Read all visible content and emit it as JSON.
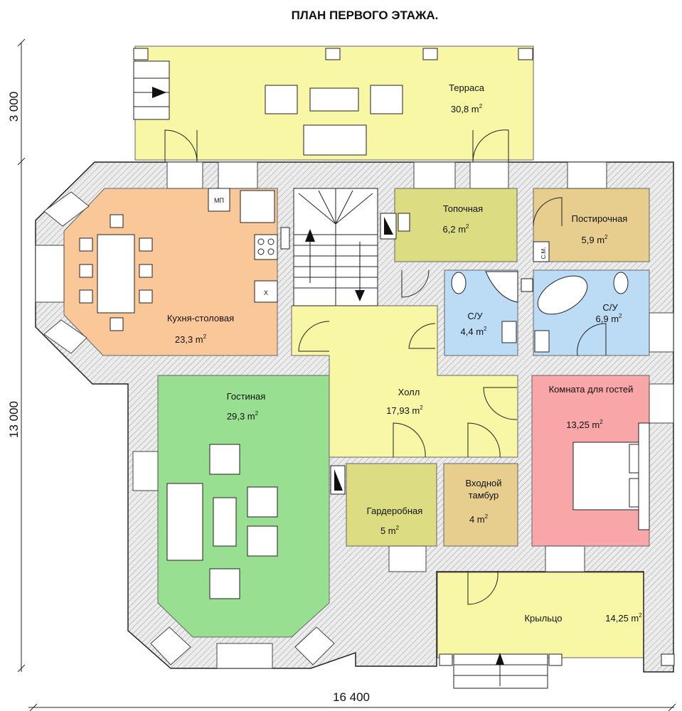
{
  "title": "ПЛАН ПЕРВОГО ЭТАЖА.",
  "dimensions": {
    "width": "16 400",
    "depth": "13 000",
    "terrace_depth": "3 000"
  },
  "area_unit": "m",
  "area_unit_sup": "2",
  "rooms": [
    {
      "id": "terrace",
      "name": "Терраса",
      "area": "30,8",
      "color": "#f8f7a6"
    },
    {
      "id": "kitchen",
      "name": "Кухня-столовая",
      "area": "23,3",
      "color": "#fac898"
    },
    {
      "id": "boiler",
      "name": "Топочная",
      "area": "6,2",
      "color": "#dcdc82"
    },
    {
      "id": "laundry",
      "name": "Постирочная",
      "area": "5,9",
      "color": "#e7ce8e"
    },
    {
      "id": "bath1",
      "name": "С/У",
      "area": "4,4",
      "color": "#bcdcf5"
    },
    {
      "id": "bath2",
      "name": "С/У",
      "area": "6,9",
      "color": "#bcdcf5"
    },
    {
      "id": "living",
      "name": "Гостиная",
      "area": "29,3",
      "color": "#98df91"
    },
    {
      "id": "hall",
      "name": "Холл",
      "area": "17,93",
      "color": "#f8f7a6"
    },
    {
      "id": "guest",
      "name": "Комната для гостей",
      "area": "13,25",
      "color": "#f8a6a8"
    },
    {
      "id": "wardrobe",
      "name": "Гардеробная",
      "area": "5",
      "color": "#dcdc82"
    },
    {
      "id": "vestibule",
      "name": "Входной тамбур",
      "name_lines": [
        "Входной",
        "тамбур"
      ],
      "area": "4",
      "color": "#e7ce8e"
    },
    {
      "id": "porch",
      "name": "Крыльцо",
      "area": "14,25",
      "color": "#f8f7a6"
    }
  ],
  "fixture_labels": {
    "dishwasher": "МП",
    "washer": "С.М.",
    "stove_x": "Х"
  },
  "colors": {
    "wall": "#e6e6e6",
    "wall_stroke": "#222222",
    "hatch": "#9a9a9a"
  }
}
